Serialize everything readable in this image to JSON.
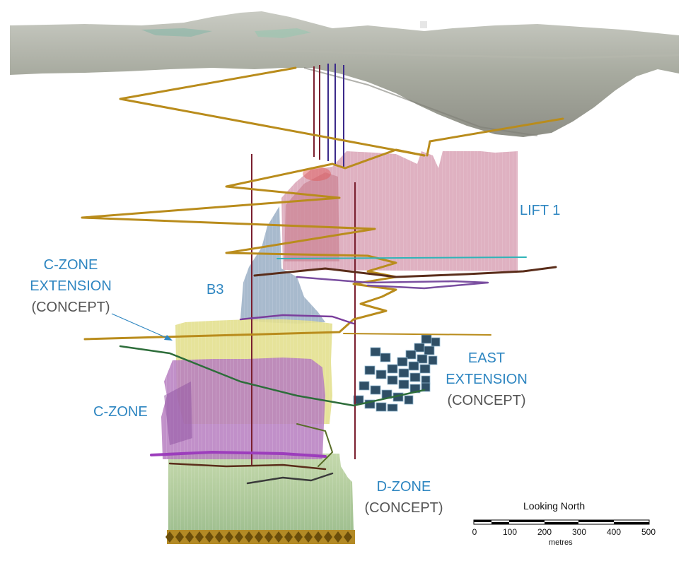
{
  "labels": {
    "lift1": "LIFT 1",
    "b3": "B3",
    "czone_ext_1": "C-ZONE",
    "czone_ext_2": "EXTENSION",
    "czone_ext_3": "(CONCEPT)",
    "czone": "C-ZONE",
    "east_ext_1": "EAST",
    "east_ext_2": "EXTENSION",
    "east_ext_3": "(CONCEPT)",
    "dzone_1": "D-ZONE",
    "dzone_2": "(CONCEPT)"
  },
  "scale_bar": {
    "title": "Looking North",
    "unit": "metres",
    "ticks": [
      "0",
      "100",
      "200",
      "300",
      "400",
      "500"
    ]
  },
  "colors": {
    "label_blue": "#2e86c1",
    "label_grey": "#555555",
    "lift1_zone": "#d9a3b6",
    "b3_zone": "#9fb3c8",
    "czone_ext_zone": "#e3e08f",
    "czone_zone": "#b67dbf",
    "dzone_zone": "#a9c89a",
    "east_ext_blocks": "#2f4f66",
    "decline_ramp": "#b98c1c",
    "shafts": "#7a1f2f"
  }
}
